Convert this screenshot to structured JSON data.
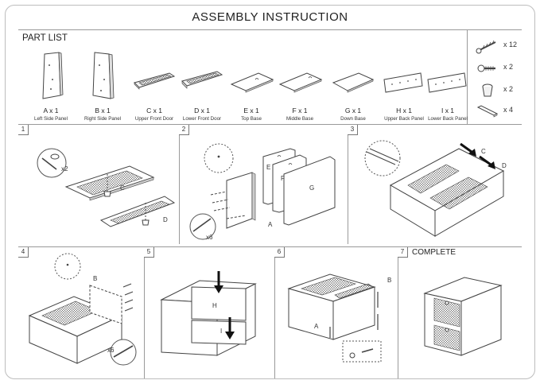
{
  "title": "ASSEMBLY INSTRUCTION",
  "part_list_label": "PART LIST",
  "parts": [
    {
      "count": "A x 1",
      "name": "Left Side Panel"
    },
    {
      "count": "B x 1",
      "name": "Right Side Panel"
    },
    {
      "count": "C x 1",
      "name": "Upper Front Door"
    },
    {
      "count": "D x 1",
      "name": "Lower Front Door"
    },
    {
      "count": "E x 1",
      "name": "Top Base"
    },
    {
      "count": "F x 1",
      "name": "Middle Base"
    },
    {
      "count": "G x 1",
      "name": "Down Base"
    },
    {
      "count": "H x 1",
      "name": "Upper Back Panel"
    },
    {
      "count": "I x 1",
      "name": "Lower Back Panel"
    }
  ],
  "hardware": [
    {
      "icon": "screw-icon",
      "qty": "x 12"
    },
    {
      "icon": "bolt-icon",
      "qty": "x 2"
    },
    {
      "icon": "knob-icon",
      "qty": "x 2"
    },
    {
      "icon": "bracket-icon",
      "qty": "x 4"
    }
  ],
  "steps": [
    {
      "num": "1",
      "callout_qty": "x2",
      "labels": [
        "C",
        "D"
      ]
    },
    {
      "num": "2",
      "callout_qty": "x6",
      "labels": [
        "E",
        "F",
        "G",
        "A"
      ]
    },
    {
      "num": "3",
      "labels": [
        "C",
        "D"
      ]
    },
    {
      "num": "4",
      "callout_qty": "x6",
      "labels": [
        "B"
      ]
    },
    {
      "num": "5",
      "labels": [
        "H",
        "I"
      ]
    },
    {
      "num": "6",
      "labels": [
        "B",
        "A"
      ]
    },
    {
      "num": "7",
      "heading": "COMPLETE"
    }
  ]
}
